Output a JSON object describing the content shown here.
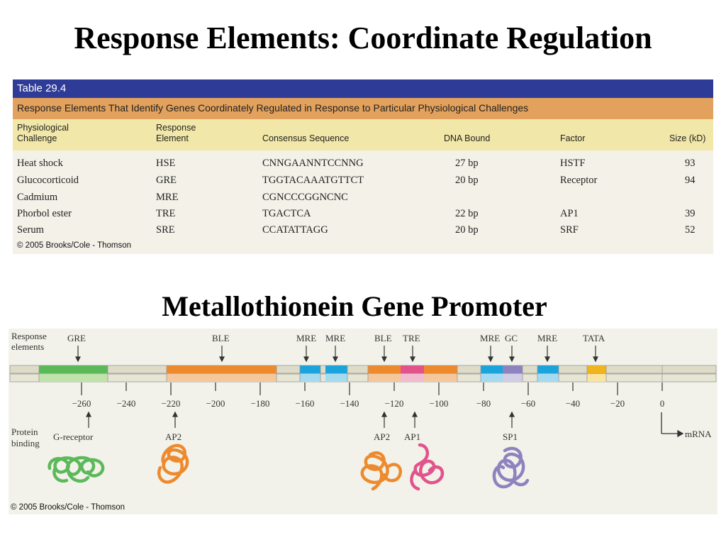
{
  "slide": {
    "title": "Response Elements: Coordinate Regulation",
    "section_title": "Metallothionein Gene Promoter"
  },
  "table": {
    "label": "Table 29.4",
    "caption": "Response Elements That Identify Genes Coordinately Regulated in Response to Particular Physiological Challenges",
    "columns": [
      "Physiological\nChallenge",
      "Response\nElement",
      "Consensus Sequence",
      "DNA Bound",
      "Factor",
      "Size (kD)"
    ],
    "rows": [
      [
        "Heat shock",
        "HSE",
        "CNNGAANNTCCNNG",
        "27 bp",
        "HSTF",
        "93"
      ],
      [
        "Glucocorticoid",
        "GRE",
        "TGGTACAAATGTTCT",
        "20 bp",
        "Receptor",
        "94"
      ],
      [
        "Cadmium",
        "MRE",
        "CGNCCCGGNCNC",
        "",
        "",
        ""
      ],
      [
        "Phorbol ester",
        "TRE",
        "TGACTCA",
        "22 bp",
        "AP1",
        "39"
      ],
      [
        "Serum",
        "SRE",
        "CCATATTAGG",
        "20 bp",
        "SRF",
        "52"
      ]
    ],
    "credit": "© 2005 Brooks/Cole - Thomson"
  },
  "diagram": {
    "response_elements_label": "Response\nelements",
    "protein_binding_label": "Protein\nbinding",
    "mrna_label": "mRNA",
    "credit": "© 2005 Brooks/Cole - Thomson",
    "elements": [
      {
        "name": "GRE",
        "color": "#5cb95a"
      },
      {
        "name": "BLE",
        "color": "#ee8a2e"
      },
      {
        "name": "MRE",
        "color": "#1ba4dc"
      },
      {
        "name": "MRE",
        "color": "#1ba4dc"
      },
      {
        "name": "BLE",
        "color": "#ee8a2e"
      },
      {
        "name": "TRE",
        "color": "#e2538c"
      },
      {
        "name": "MRE",
        "color": "#1ba4dc"
      },
      {
        "name": "GC",
        "color": "#8d83bf"
      },
      {
        "name": "MRE",
        "color": "#1ba4dc"
      },
      {
        "name": "TATA",
        "color": "#f2b41c"
      }
    ],
    "axis_ticks": [
      "-260",
      "-240",
      "-220",
      "-200",
      "-180",
      "-160",
      "-140",
      "-120",
      "-100",
      "-80",
      "-60",
      "-40",
      "-20",
      "0"
    ],
    "proteins": [
      {
        "name": "G-receptor",
        "color": "#5cb95a"
      },
      {
        "name": "AP2",
        "color": "#ee8a2e"
      },
      {
        "name": "AP2",
        "color": "#ee8a2e"
      },
      {
        "name": "AP1",
        "color": "#e2538c"
      },
      {
        "name": "SP1",
        "color": "#8d83bf"
      }
    ]
  }
}
